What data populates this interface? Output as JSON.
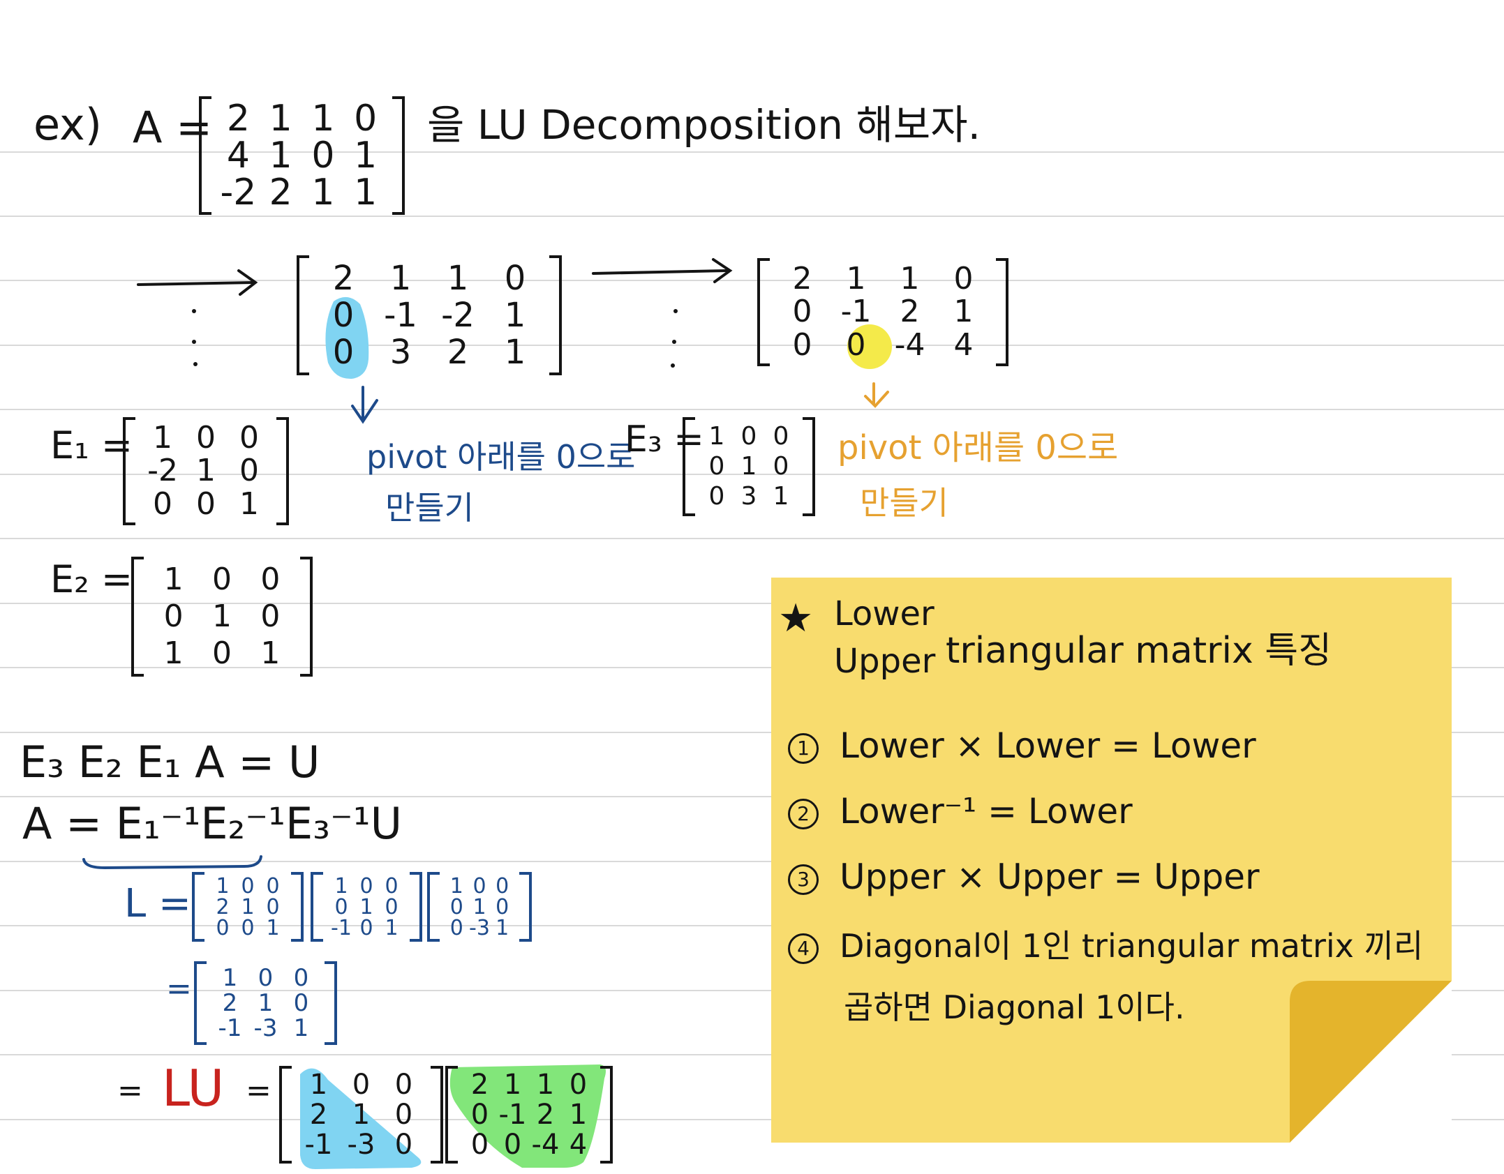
{
  "colors": {
    "rule": "#d9d9d9",
    "ink": "#141414",
    "navy": "#1d4a8a",
    "orange": "#e6a130",
    "red": "#c8231e",
    "highlight_blue": "#80d4f2",
    "highlight_yellow": "#f4ea4a",
    "highlight_green": "#82e67a",
    "sticky_note": "#f8dc6e",
    "sticky_curl": "#e4b42c"
  },
  "example": {
    "prefix": "ex)",
    "lhs": "A =",
    "matrix": [
      [
        "2",
        "1",
        "1",
        "0"
      ],
      [
        "4",
        "1",
        "0",
        "1"
      ],
      [
        "-2",
        "2",
        "1",
        "1"
      ]
    ],
    "suffix": "을 LU Decomposition 해보자."
  },
  "steps": {
    "step1_matrix": [
      [
        "2",
        "1",
        "1",
        "0"
      ],
      [
        "0",
        "-1",
        "-2",
        "1"
      ],
      [
        "0",
        "3",
        "2",
        "1"
      ]
    ],
    "step2_matrix": [
      [
        "2",
        "1",
        "1",
        "0"
      ],
      [
        "0",
        "-1",
        "2",
        "1"
      ],
      [
        "0",
        "0",
        "-4",
        "4"
      ]
    ],
    "note_blue": [
      "pivot 아래를 0으로",
      "만들기"
    ],
    "note_orange": [
      "pivot 아래를 0으로",
      "만들기"
    ]
  },
  "elimination": {
    "e1_label": "E₁ =",
    "e1": [
      [
        "1",
        "0",
        "0"
      ],
      [
        "-2",
        "1",
        "0"
      ],
      [
        "0",
        "0",
        "1"
      ]
    ],
    "e2_label": "E₂ =",
    "e2": [
      [
        "1",
        "0",
        "0"
      ],
      [
        "0",
        "1",
        "0"
      ],
      [
        "1",
        "0",
        "1"
      ]
    ],
    "e3_label": "E₃ =",
    "e3": [
      [
        "1",
        "0",
        "0"
      ],
      [
        "0",
        "1",
        "0"
      ],
      [
        "0",
        "3",
        "1"
      ]
    ]
  },
  "derivation": {
    "eq1": "E₃ E₂ E₁ A = U",
    "eq2": "A = E₁⁻¹E₂⁻¹E₃⁻¹U",
    "l_label": "L =",
    "l1": [
      [
        "1",
        "0",
        "0"
      ],
      [
        "2",
        "1",
        "0"
      ],
      [
        "0",
        "0",
        "1"
      ]
    ],
    "l2": [
      [
        "1",
        "0",
        "0"
      ],
      [
        "0",
        "1",
        "0"
      ],
      [
        "-1",
        "0",
        "1"
      ]
    ],
    "l3": [
      [
        "1",
        "0",
        "0"
      ],
      [
        "0",
        "1",
        "0"
      ],
      [
        "0",
        "-3",
        "1"
      ]
    ],
    "eq_sign": "=",
    "l_result": [
      [
        "1",
        "0",
        "0"
      ],
      [
        "2",
        "1",
        "0"
      ],
      [
        "-1",
        "-3",
        "1"
      ]
    ],
    "lu_label": "LU",
    "lu_l": [
      [
        "1",
        "0",
        "0"
      ],
      [
        "2",
        "1",
        "0"
      ],
      [
        "-1",
        "-3",
        "0"
      ]
    ],
    "lu_u": [
      [
        "2",
        "1",
        "1",
        "0"
      ],
      [
        "0",
        "-1",
        "2",
        "1"
      ],
      [
        "0",
        "0",
        "-4",
        "4"
      ]
    ]
  },
  "sticky": {
    "star": "★",
    "lower": "Lower",
    "upper": "Upper",
    "title": "triangular matrix 특징",
    "items": [
      {
        "num": "1",
        "text": "Lower × Lower = Lower"
      },
      {
        "num": "2",
        "text": "Lower⁻¹ = Lower"
      },
      {
        "num": "3",
        "text": "Upper × Upper = Upper"
      },
      {
        "num": "4",
        "text": "Diagonal이 1인 triangular matrix 끼리"
      }
    ],
    "item4_cont": "곱하면 Diagonal 1이다."
  }
}
